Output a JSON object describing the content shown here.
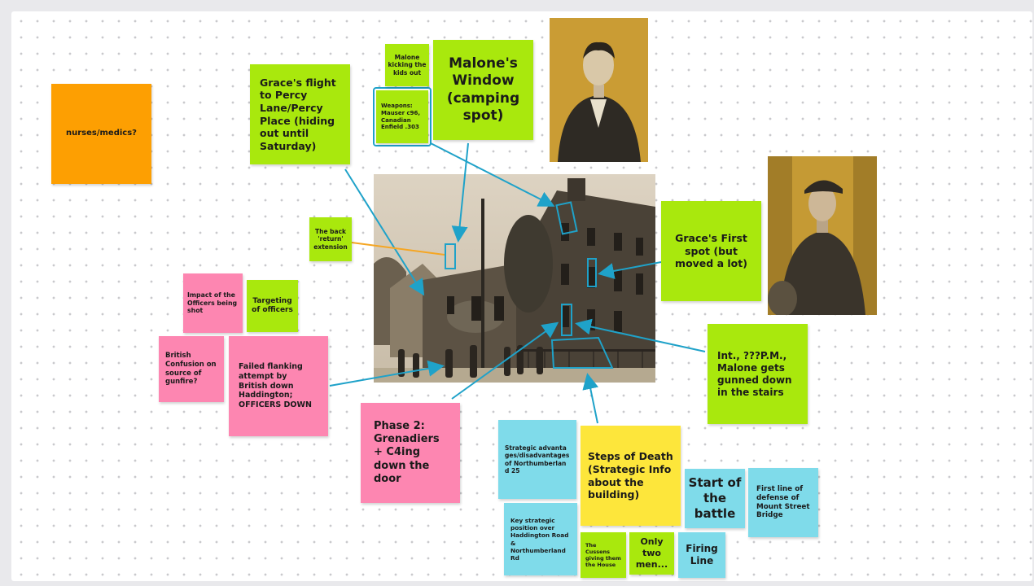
{
  "colors": {
    "green": "#a9e80d",
    "pink": "#fd86b1",
    "orange": "#fd9f02",
    "cyan": "#7fdbea",
    "yellow": "#fde63b",
    "connector_blue": "#1fa2c9",
    "connector_orange": "#f5a623"
  },
  "notes": {
    "nurses": "nurses/medics?",
    "grace_flight": "Grace's flight to Percy Lane/Percy Place (hiding out until Saturday)",
    "malone_kicking": "Malone kicking the kids out",
    "weapons": "Weapons: Mauser c96, Canadian Enfield .303",
    "malones_window": "Malone's Window (camping spot)",
    "back_return": "The back 'return' extension",
    "grace_first": "Grace's First spot (but moved a lot)",
    "impact_officers": "Impact of the Officers being shot",
    "targeting_officers": "Targeting of officers",
    "british_confusion": "British Confusion on source of gunfire?",
    "failed_flanking": "Failed flanking attempt by British down Haddington; OFFICERS DOWN",
    "malone_gunned": "Int., ???P.M., Malone gets gunned down in the stairs",
    "phase2": "Phase 2: Grenadiers + C4ing down the door",
    "strategic_adv": "Strategic advantages/disadvantages of Northumberland 25",
    "steps_of_death": "Steps of Death (Strategic Info about the building)",
    "start_battle": "Start of the battle",
    "first_line": "First line of defense of Mount Street Bridge",
    "key_position": "Key strategic position over Haddington Road & Northumberland Rd",
    "cussens": "The Cussens giving them the House",
    "only_two": "Only two men...",
    "firing_line": "Firing Line"
  },
  "images": {
    "building_photo": "sepia photograph of corner house",
    "portrait_malone": "sepia portrait of man in suit",
    "portrait_grace": "sepia portrait of man in cap"
  }
}
